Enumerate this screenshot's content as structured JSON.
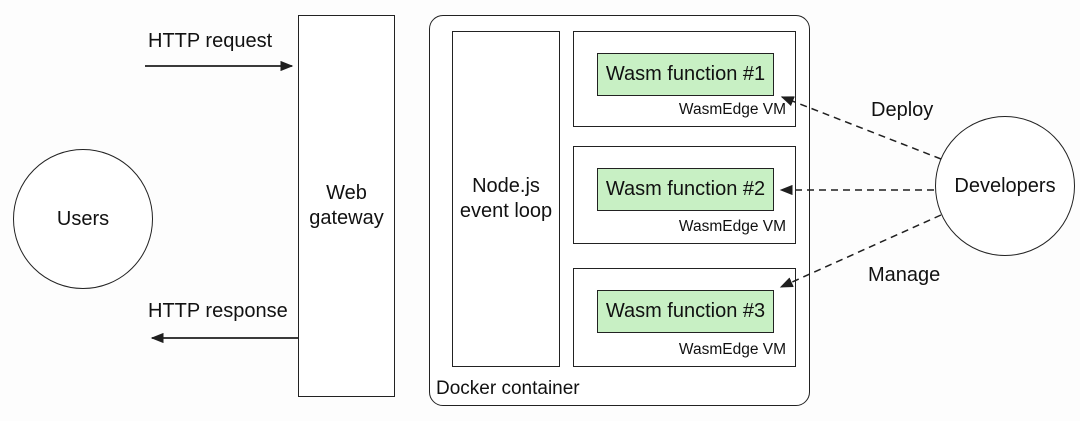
{
  "nodes": {
    "users": {
      "label": "Users"
    },
    "web_gateway": {
      "label": "Web gateway"
    },
    "docker": {
      "label": "Docker container"
    },
    "nodejs": {
      "label": "Node.js event loop"
    },
    "developers": {
      "label": "Developers"
    },
    "wasm_vms": [
      {
        "function_label": "Wasm function #1",
        "vm_label": "WasmEdge VM"
      },
      {
        "function_label": "Wasm function #2",
        "vm_label": "WasmEdge VM"
      },
      {
        "function_label": "Wasm function #3",
        "vm_label": "WasmEdge VM"
      }
    ]
  },
  "edges": {
    "http_request": {
      "label": "HTTP request"
    },
    "http_response": {
      "label": "HTTP response"
    },
    "deploy": {
      "label": "Deploy"
    },
    "manage": {
      "label": "Manage"
    }
  },
  "colors": {
    "wasm_function_fill": "#c8f0c4",
    "line": "#1f1f1f",
    "background": "#fdfdfd"
  }
}
